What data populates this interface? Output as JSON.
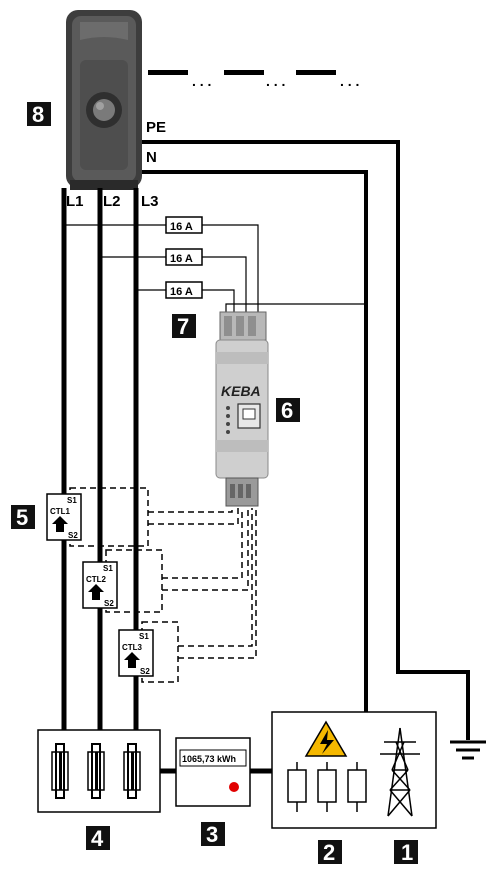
{
  "charger": {
    "phase_labels": [
      "L1",
      "L2",
      "L3"
    ],
    "pe_label": "PE",
    "n_label": "N",
    "badge": "8",
    "continuation": ". . ."
  },
  "fuses": {
    "rating_label": "16 A",
    "badge": "7"
  },
  "keba_module": {
    "brand": "KEBA",
    "badge": "6"
  },
  "current_transformers": {
    "badge": "5",
    "items": [
      {
        "name": "CTL1",
        "s1": "S1",
        "s2": "S2"
      },
      {
        "name": "CTL2",
        "s1": "S1",
        "s2": "S2"
      },
      {
        "name": "CTL3",
        "s1": "S1",
        "s2": "S2"
      }
    ]
  },
  "distribution_box": {
    "badge": "4"
  },
  "meter": {
    "reading": "1065,73 kWh",
    "badge": "3"
  },
  "grid_connection": {
    "badge_2": "2",
    "badge_1": "1"
  },
  "colors": {
    "line": "#000000",
    "charger_body": "#4a4a4a",
    "keba_body": "#c8c8c8",
    "warning": "#f5b800",
    "meter_led": "#e10000"
  }
}
